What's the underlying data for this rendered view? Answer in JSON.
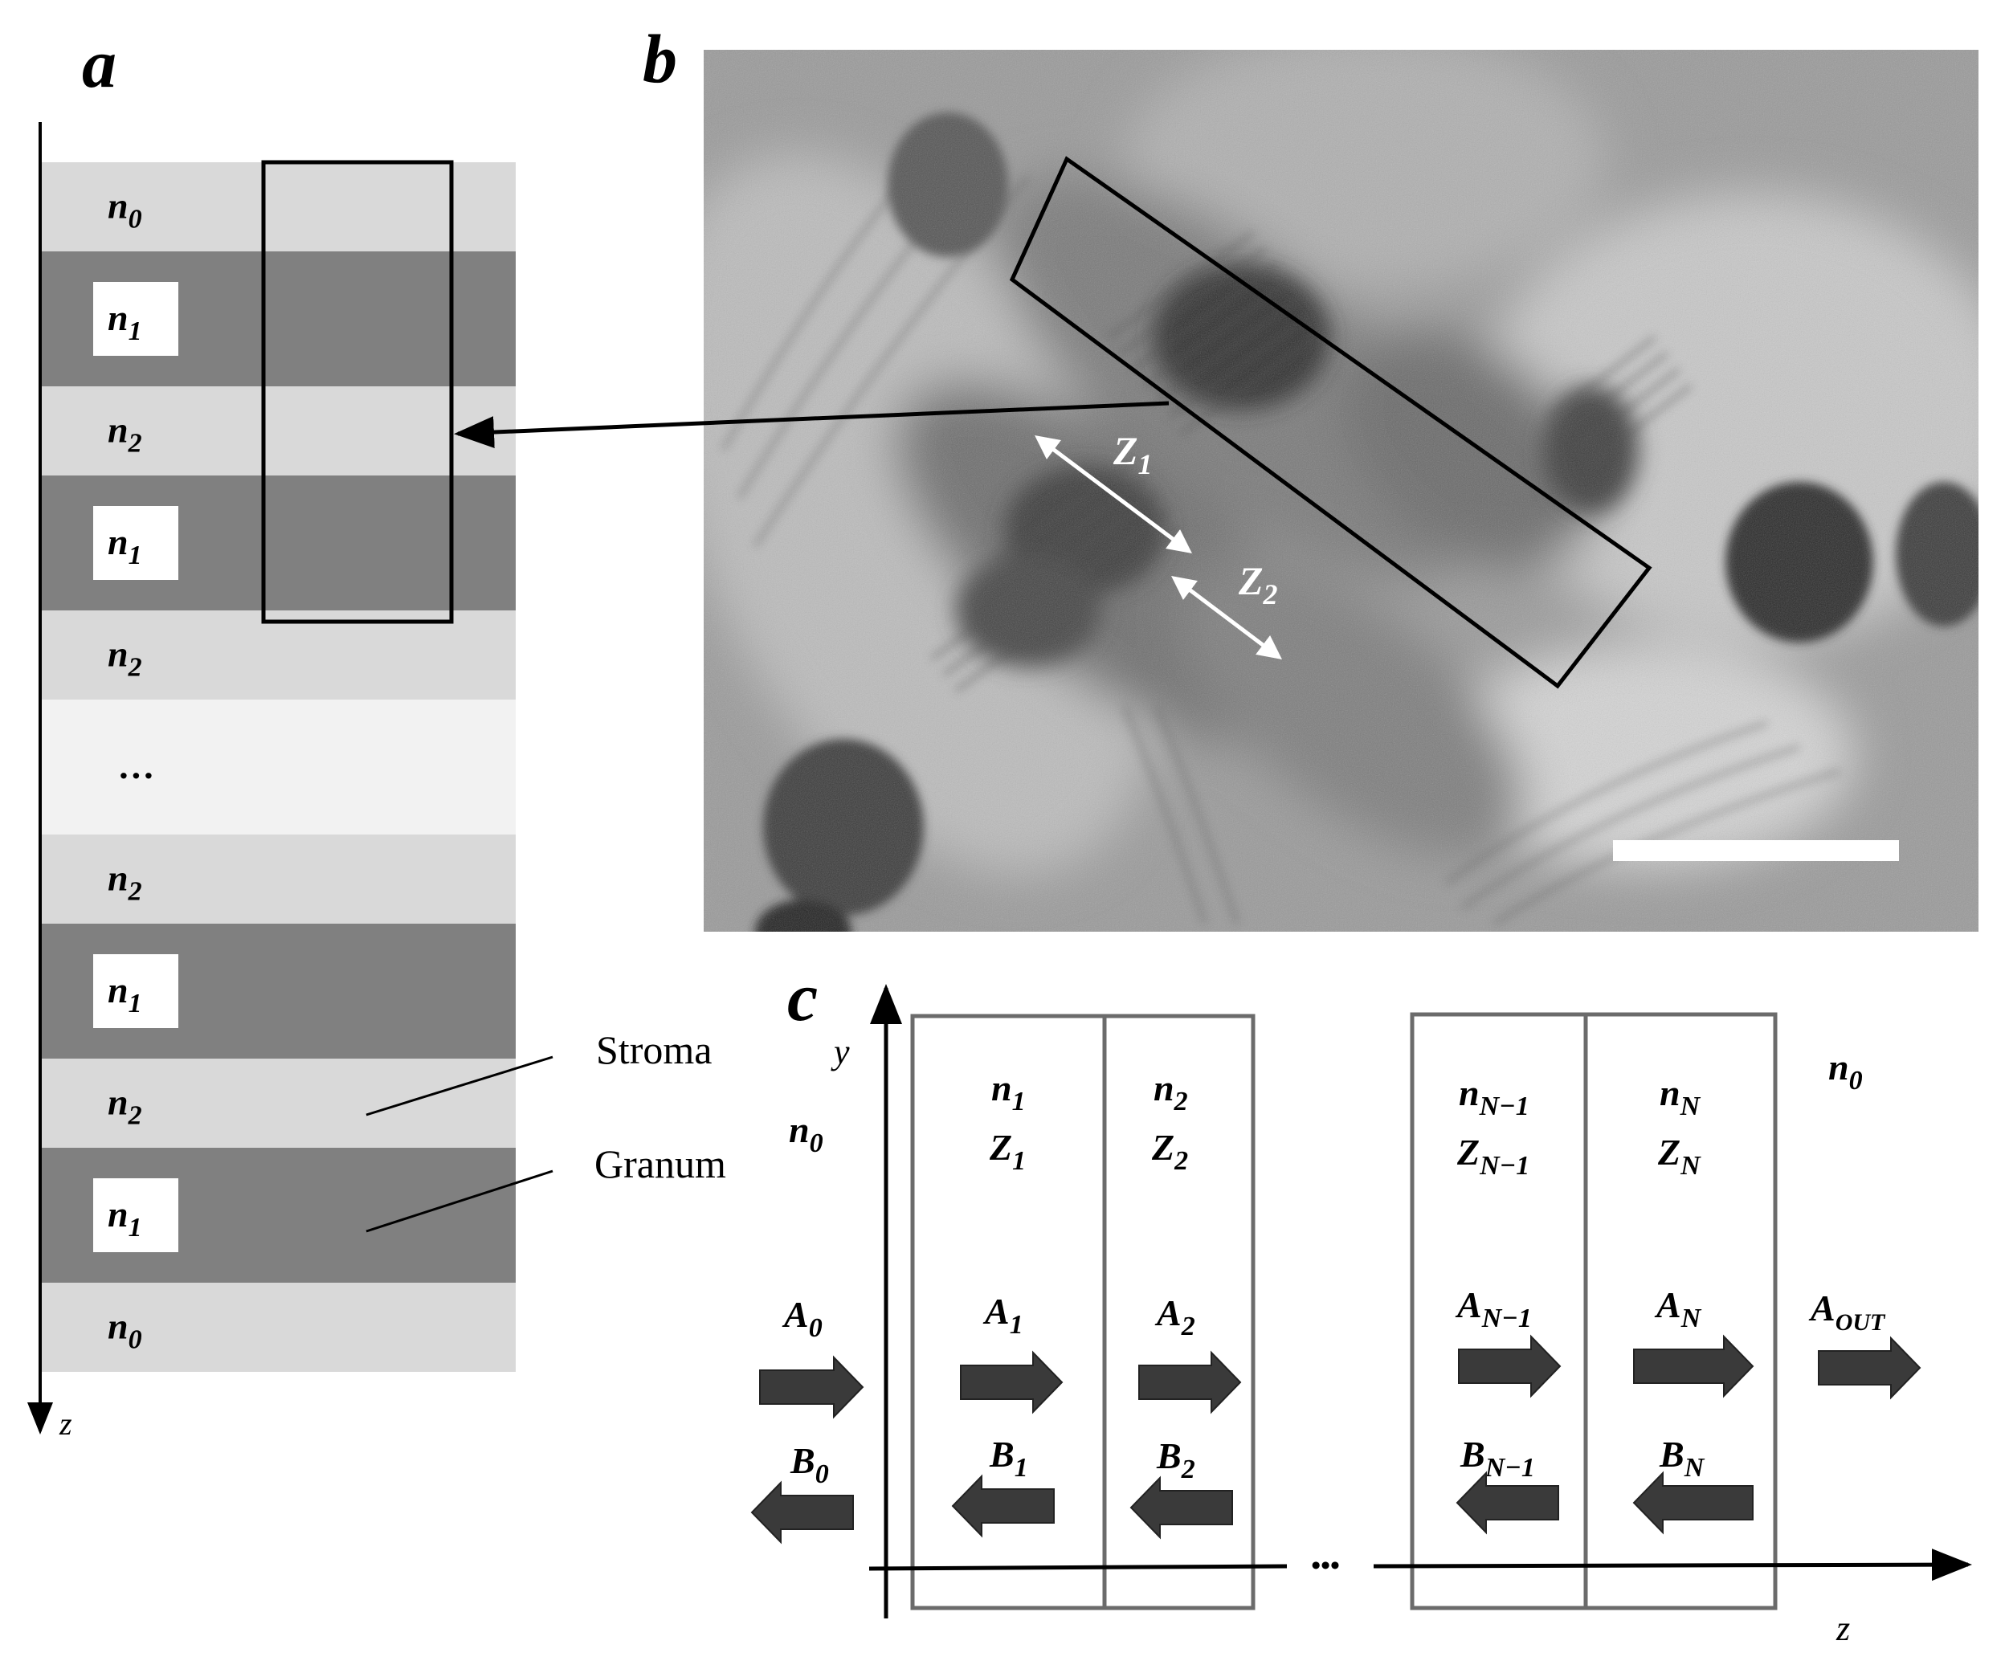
{
  "panels": {
    "a": "a",
    "b": "b",
    "c": "c"
  },
  "panel_a": {
    "layers": [
      {
        "base": "n",
        "sub": "0",
        "tone": "light",
        "boxed": false
      },
      {
        "base": "n",
        "sub": "1",
        "tone": "dark",
        "boxed": true
      },
      {
        "base": "n",
        "sub": "2",
        "tone": "light",
        "boxed": false
      },
      {
        "base": "n",
        "sub": "1",
        "tone": "dark",
        "boxed": true
      },
      {
        "base": "n",
        "sub": "2",
        "tone": "light",
        "boxed": false
      },
      {
        "base": "…",
        "sub": "",
        "tone": "pale",
        "boxed": false
      },
      {
        "base": "n",
        "sub": "2",
        "tone": "light",
        "boxed": false
      },
      {
        "base": "n",
        "sub": "1",
        "tone": "dark",
        "boxed": true
      },
      {
        "base": "n",
        "sub": "2",
        "tone": "light",
        "boxed": false
      },
      {
        "base": "n",
        "sub": "1",
        "tone": "dark",
        "boxed": true
      },
      {
        "base": "n",
        "sub": "0",
        "tone": "light",
        "boxed": false
      }
    ],
    "axis_label": "z",
    "stroma_label": "Stroma",
    "granum_label": "Granum"
  },
  "panel_b": {
    "z1": {
      "base": "Z",
      "sub": "1"
    },
    "z2": {
      "base": "Z",
      "sub": "2"
    }
  },
  "panel_c": {
    "y_label": "y",
    "z_label": "z",
    "n0_left": {
      "base": "n",
      "sub": "0"
    },
    "n0_right": {
      "base": "n",
      "sub": "0"
    },
    "ellipsis": "•••",
    "cells": [
      {
        "n": {
          "base": "n",
          "sub": "1"
        },
        "z": {
          "base": "Z",
          "sub": "1"
        }
      },
      {
        "n": {
          "base": "n",
          "sub": "2"
        },
        "z": {
          "base": "Z",
          "sub": "2"
        }
      },
      {
        "n": {
          "base": "n",
          "sub": "N−1"
        },
        "z": {
          "base": "Z",
          "sub": "N−1"
        }
      },
      {
        "n": {
          "base": "n",
          "sub": "N"
        },
        "z": {
          "base": "Z",
          "sub": "N"
        }
      }
    ],
    "forward": [
      {
        "base": "A",
        "sub": "0"
      },
      {
        "base": "A",
        "sub": "1"
      },
      {
        "base": "A",
        "sub": "2"
      },
      {
        "base": "A",
        "sub": "N−1"
      },
      {
        "base": "A",
        "sub": "N"
      },
      {
        "base": "A",
        "sub": "OUT"
      }
    ],
    "backward": [
      {
        "base": "B",
        "sub": "0"
      },
      {
        "base": "B",
        "sub": "1"
      },
      {
        "base": "B",
        "sub": "2"
      },
      {
        "base": "B",
        "sub": "N−1"
      },
      {
        "base": "B",
        "sub": "N"
      }
    ]
  },
  "colors": {
    "light": "#d9d9d9",
    "dark": "#808080",
    "pale": "#f2f2f2",
    "stroke": "#000000",
    "cell_stroke": "#6b6b6b",
    "block_arrow": "#3a3a3a"
  }
}
